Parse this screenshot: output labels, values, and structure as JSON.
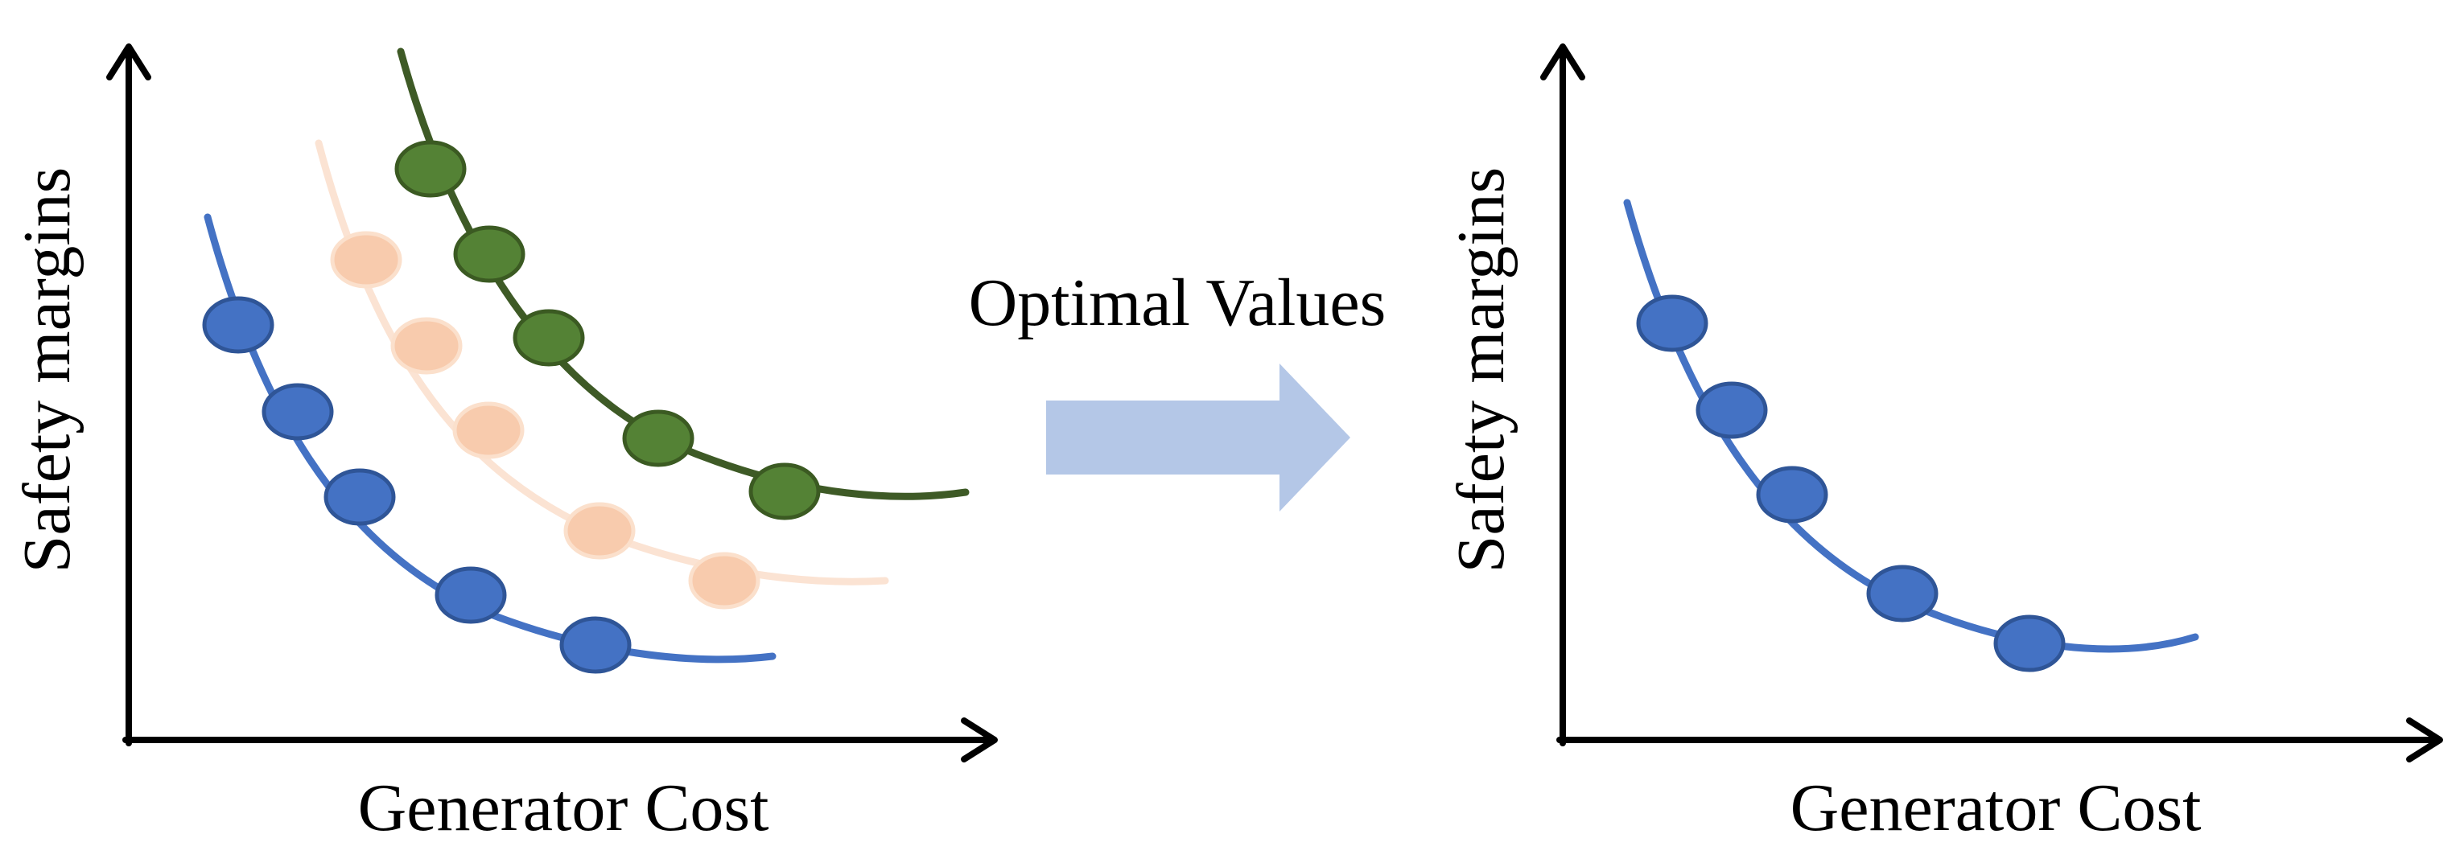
{
  "left_panel": {
    "x_label": "Generator Cost",
    "y_label": "Safety margins",
    "curves": [
      {
        "id": "green",
        "color": "#3e5a26",
        "fill": "#548235",
        "stroke": "#3b5a22",
        "points": 5
      },
      {
        "id": "peach",
        "color": "#fbe3d3",
        "fill": "#f8cbad",
        "stroke": "#fbe0cc",
        "points": 5
      },
      {
        "id": "blue",
        "color": "#4472c4",
        "fill": "#4472c4",
        "stroke": "#2f5597",
        "points": 5
      }
    ]
  },
  "transition": {
    "label": "Optimal Values",
    "arrow_color": "#b4c7e7"
  },
  "right_panel": {
    "x_label": "Generator Cost",
    "y_label": "Safety margins",
    "curves": [
      {
        "id": "blue",
        "color": "#4472c4",
        "fill": "#4472c4",
        "stroke": "#2f5597",
        "points": 5
      }
    ]
  }
}
